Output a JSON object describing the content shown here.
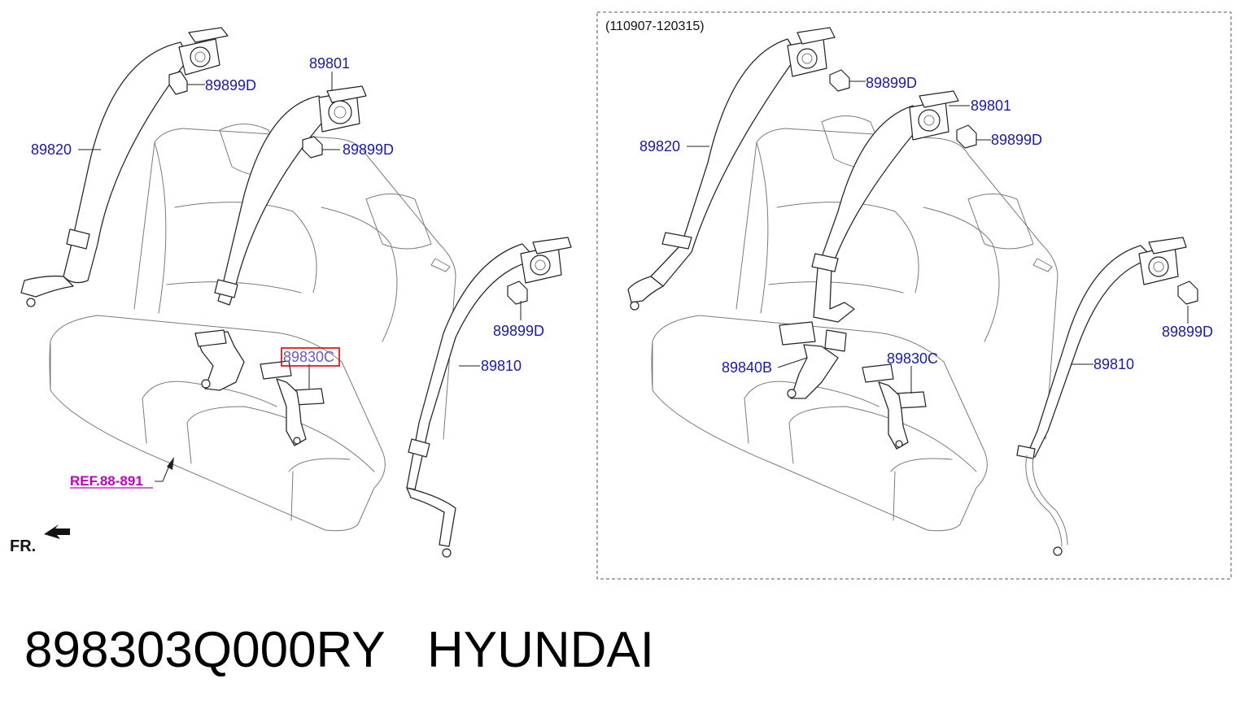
{
  "left_panel": {
    "labels": {
      "p89820": "89820",
      "p89801": "89801",
      "p89899D_a": "89899D",
      "p89899D_b": "89899D",
      "p89899D_c": "89899D",
      "p89830C": "89830C",
      "p89810": "89810",
      "ref": "REF.88-891"
    },
    "direction": "FR."
  },
  "right_panel": {
    "date_range": "(110907-120315)",
    "labels": {
      "p89899D_a": "89899D",
      "p89801": "89801",
      "p89820": "89820",
      "p89899D_b": "89899D",
      "p89899D_c": "89899D",
      "p89840B": "89840B",
      "p89830C": "89830C",
      "p89810": "89810"
    }
  },
  "caption": {
    "part_number": "898303Q000RY",
    "brand": "HYUNDAI"
  },
  "colors": {
    "label": "#1a1aa6",
    "highlight_box": "#e00000",
    "ref_label": "#c000c0"
  }
}
